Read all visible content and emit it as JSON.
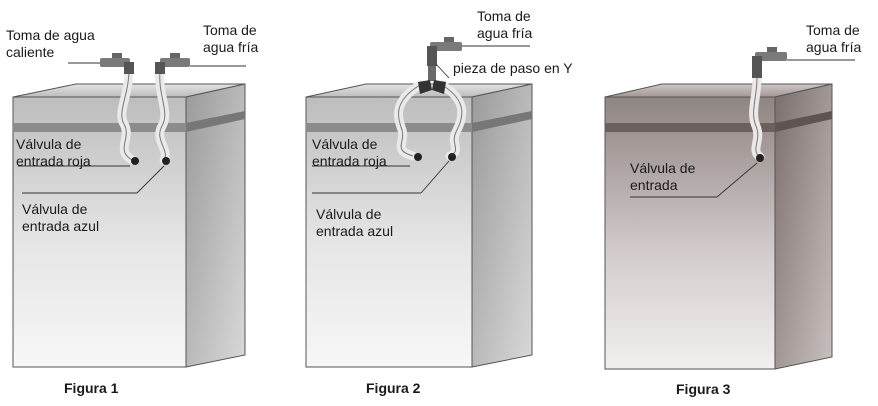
{
  "figures": [
    {
      "caption": "Figura 1",
      "labels": {
        "hot_tap": [
          "Toma de agua",
          "caliente"
        ],
        "cold_tap": [
          "Toma de",
          "agua fría"
        ],
        "red_valve": [
          "Válvula de",
          "entrada roja"
        ],
        "blue_valve": [
          "Válvula de",
          "entrada azul"
        ]
      }
    },
    {
      "caption": "Figura 2",
      "labels": {
        "cold_tap": [
          "Toma de",
          "agua fría"
        ],
        "y_piece": "pieza de paso en Y",
        "red_valve": [
          "Válvula de",
          "entrada roja"
        ],
        "blue_valve": [
          "Válvula de",
          "entrada azul"
        ]
      }
    },
    {
      "caption": "Figura 3",
      "labels": {
        "cold_tap": [
          "Toma de",
          "agua fría"
        ],
        "inlet_valve": [
          "Válvula de",
          "entrada"
        ]
      }
    }
  ]
}
